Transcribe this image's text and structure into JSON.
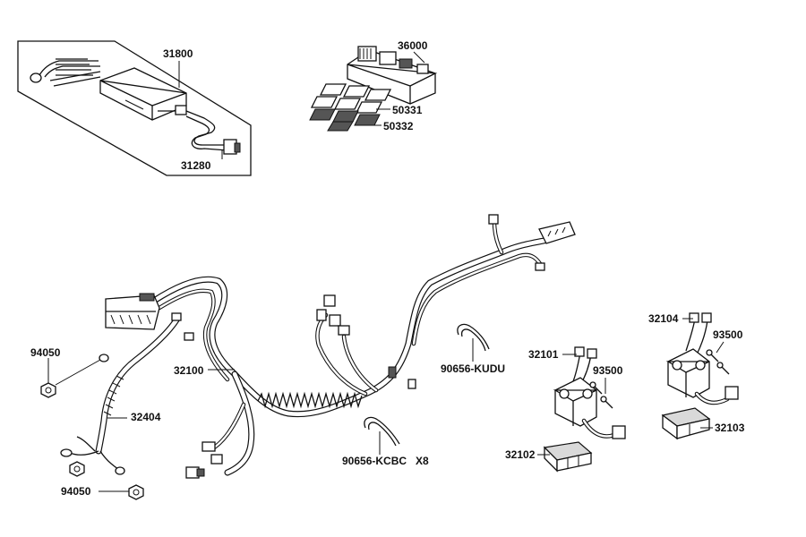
{
  "labels": {
    "p31800": "31800",
    "p31280": "31280",
    "p36000": "36000",
    "p50331": "50331",
    "p50332": "50332",
    "p32100": "32100",
    "p94050a": "94050",
    "p32404": "32404",
    "p94050b": "94050",
    "p90656kcbc": "90656-KCBC",
    "x8": "X8",
    "p90656kudu": "90656-KUDU",
    "p32101": "32101",
    "p93500a": "93500",
    "p32102": "32102",
    "p32104": "32104",
    "p93500b": "93500",
    "p32103": "32103"
  }
}
